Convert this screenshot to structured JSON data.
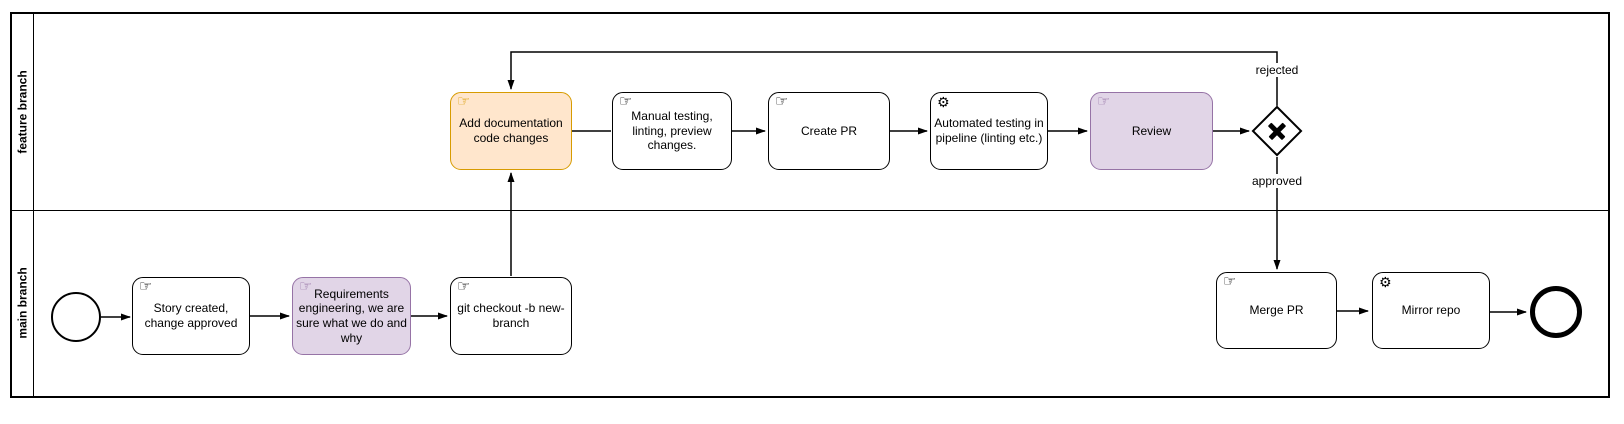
{
  "lanes": {
    "feature": {
      "label": "feature branch"
    },
    "main": {
      "label": "main branch"
    }
  },
  "icons": {
    "manual_task": "☞",
    "service_task": "⚙"
  },
  "tasks": {
    "add_doc": {
      "label": "Add documentation code changes",
      "icon": "manual-task-icon",
      "fill": "#FFE6CC",
      "stroke": "#D79B00"
    },
    "manual_testing": {
      "label": "Manual testing, linting, preview changes.",
      "icon": "manual-task-icon",
      "fill": "#FFFFFF",
      "stroke": "#000000"
    },
    "create_pr": {
      "label": "Create PR",
      "icon": "manual-task-icon",
      "fill": "#FFFFFF",
      "stroke": "#000000"
    },
    "automated_testing": {
      "label": "Automated testing in pipeline (linting etc.)",
      "icon": "service-task-icon",
      "fill": "#FFFFFF",
      "stroke": "#000000"
    },
    "review": {
      "label": "Review",
      "icon": "manual-task-icon",
      "fill": "#E1D5E7",
      "stroke": "#9673A6"
    },
    "story": {
      "label": "Story created, change approved",
      "icon": "manual-task-icon",
      "fill": "#FFFFFF",
      "stroke": "#000000"
    },
    "requirements": {
      "label": "Requirements engineering, we are sure what we do and why",
      "icon": "manual-task-icon",
      "fill": "#E1D5E7",
      "stroke": "#9673A6"
    },
    "git_checkout": {
      "label": "git checkout -b new-branch",
      "icon": "manual-task-icon",
      "fill": "#FFFFFF",
      "stroke": "#000000"
    },
    "merge_pr": {
      "label": "Merge PR",
      "icon": "manual-task-icon",
      "fill": "#FFFFFF",
      "stroke": "#000000"
    },
    "mirror_repo": {
      "label": "Mirror repo",
      "icon": "service-task-icon",
      "fill": "#FFFFFF",
      "stroke": "#000000"
    }
  },
  "edge_labels": {
    "rejected": "rejected",
    "approved": "approved"
  },
  "colors": {
    "highlight_orange_fill": "#FFE6CC",
    "highlight_orange_stroke": "#D79B00",
    "highlight_purple_fill": "#E1D5E7",
    "highlight_purple_stroke": "#9673A6",
    "default_stroke": "#000000",
    "default_fill": "#FFFFFF"
  }
}
